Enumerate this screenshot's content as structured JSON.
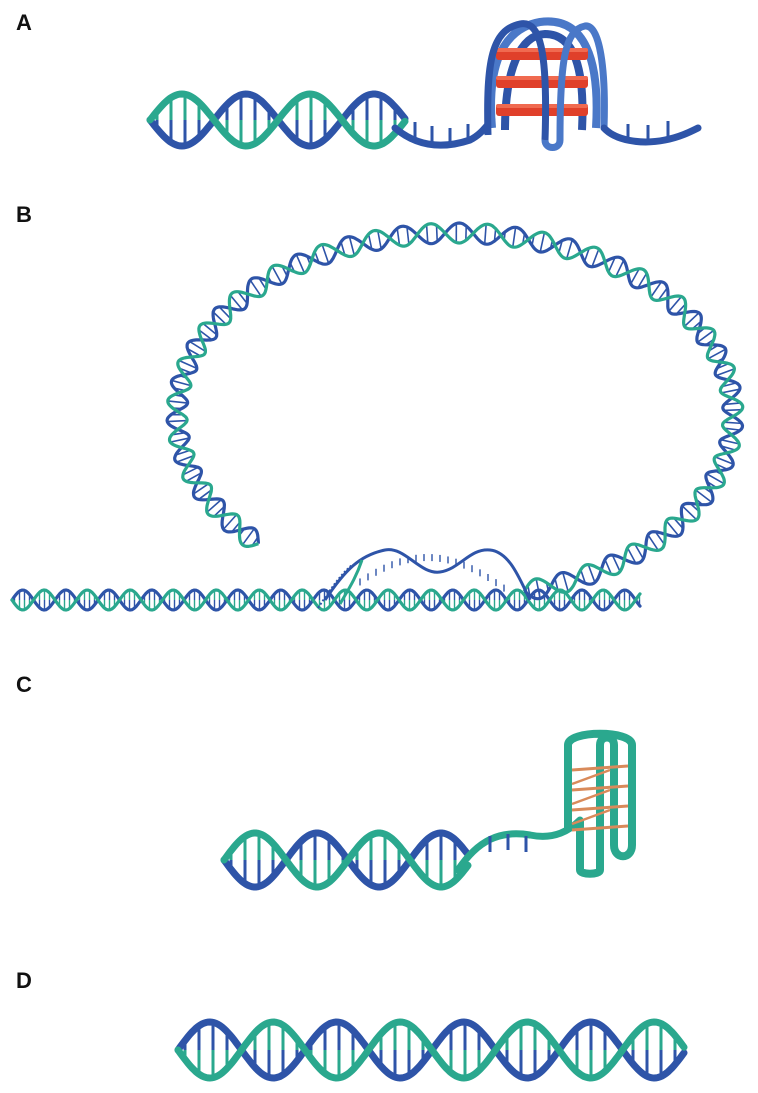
{
  "panels": {
    "a": {
      "label": "A",
      "structure": "g-quadruplex"
    },
    "b": {
      "label": "B",
      "structure": "r-loop"
    },
    "c": {
      "label": "C",
      "structure": "hairpin"
    },
    "d": {
      "label": "D",
      "structure": "b-dna"
    }
  },
  "colors": {
    "strand_blue": "#2e54a8",
    "strand_blue_light": "#4a78c8",
    "strand_green": "#2aa88e",
    "strand_green_light": "#3fc4a5",
    "quartet_red": "#e0402a",
    "rung_orange": "#d98a5a"
  }
}
